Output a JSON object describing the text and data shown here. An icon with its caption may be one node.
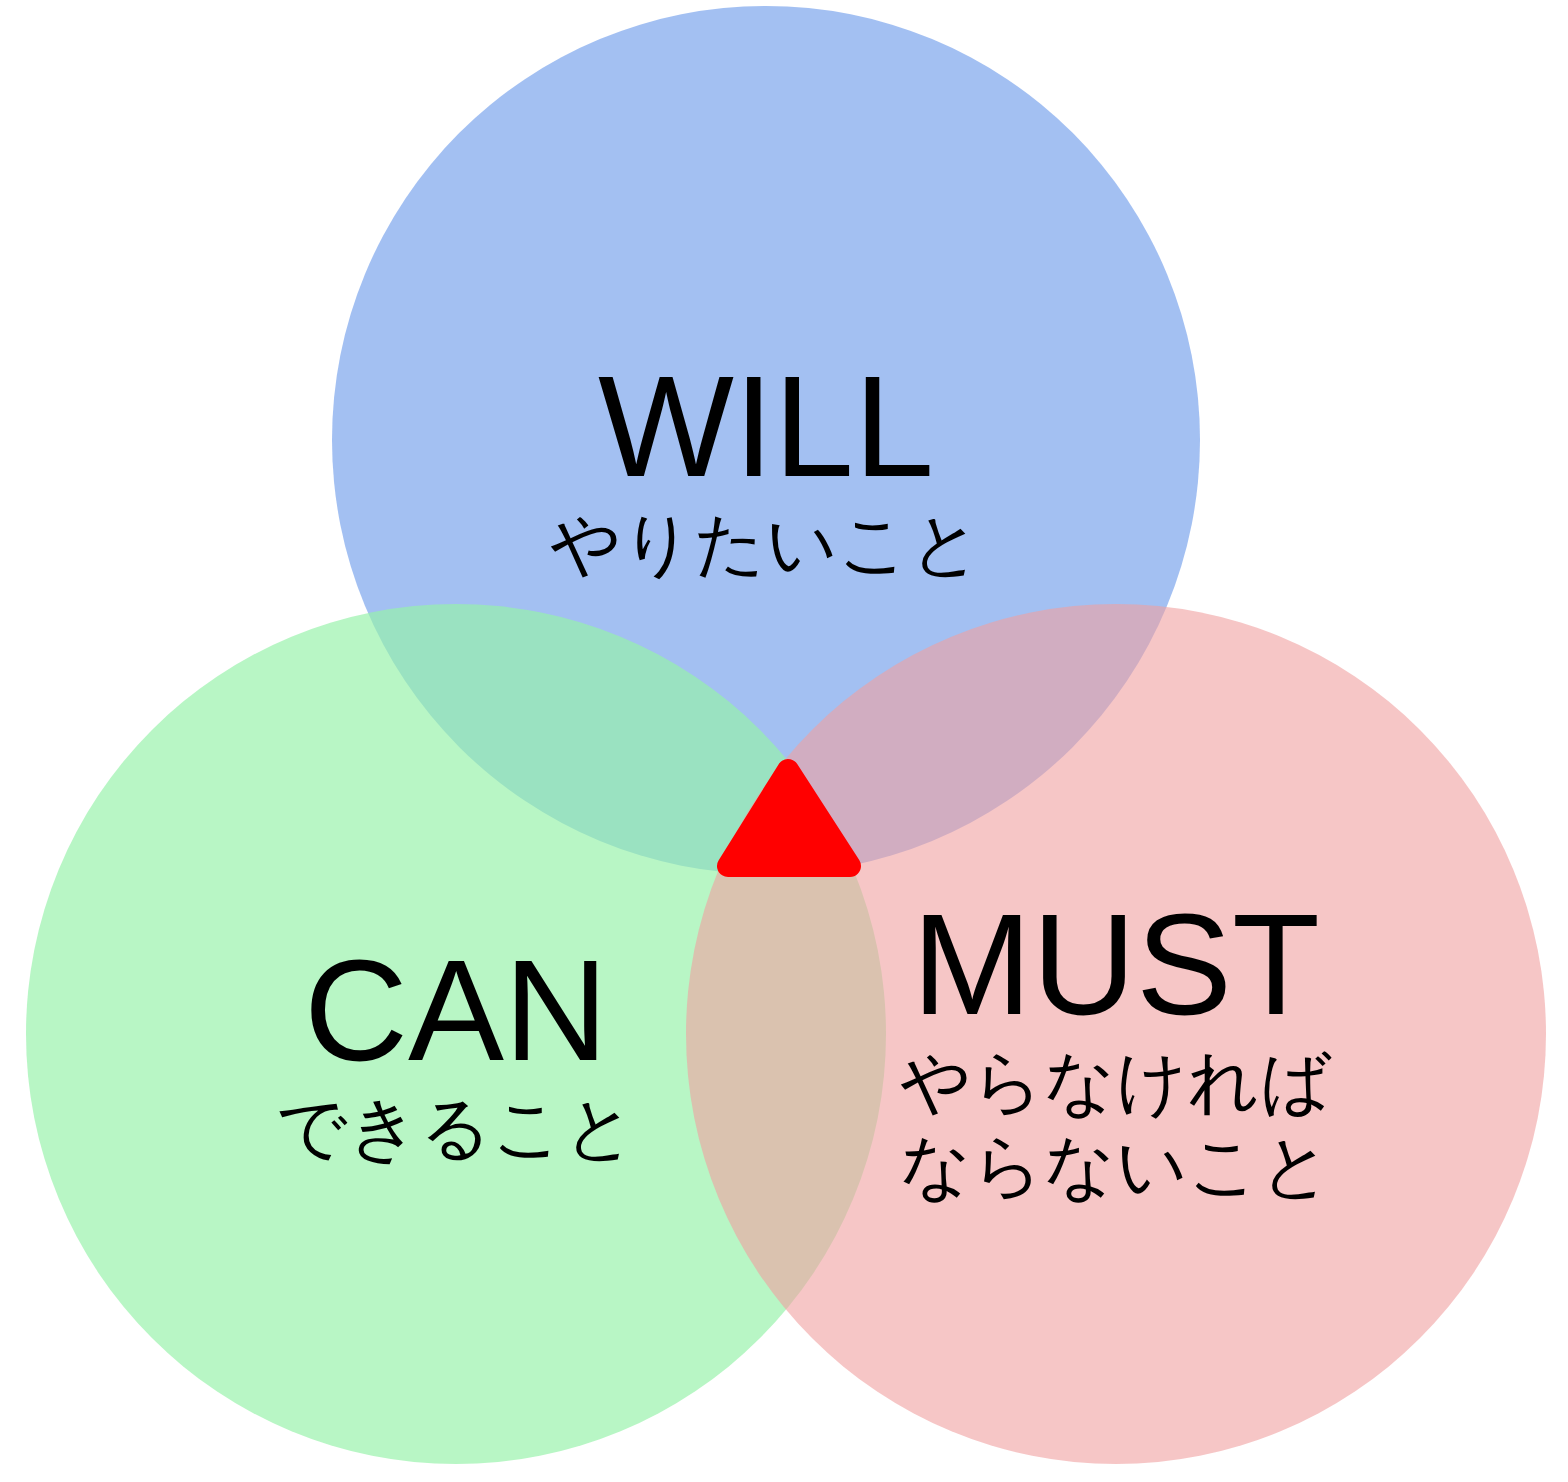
{
  "diagram": {
    "nodes": [
      {
        "text": [
          "WILL",
          "やりたいこと"
        ]
      },
      {
        "text": [
          "CAN",
          "できること"
        ]
      },
      {
        "text": [
          "MUST",
          "やらなければならないこと"
        ]
      }
    ]
  }
}
